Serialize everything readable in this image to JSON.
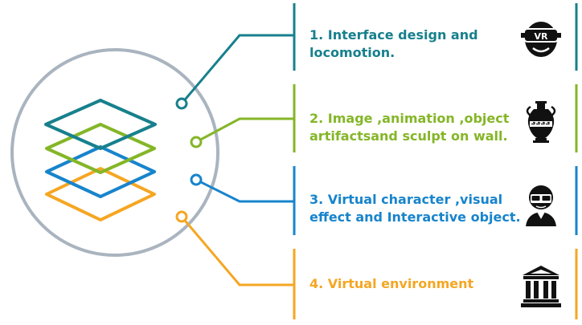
{
  "items": [
    {
      "text_line1": "1. Interface design and",
      "text_line2": "locomotion.",
      "color": "#17808c",
      "icon": "vr-headset-icon",
      "icon_label": "VR"
    },
    {
      "text_line1": "2. Image ,animation ,object",
      "text_line2": "artifactsand sculpt on wall.",
      "color": "#84b627",
      "icon": "greek-vase-icon"
    },
    {
      "text_line1": "3. Virtual character ,visual",
      "text_line2": "effect and Interactive object.",
      "color": "#1784cc",
      "icon": "masked-character-icon"
    },
    {
      "text_line1": "4. Virtual environment",
      "text_line2": "",
      "color": "#f5a623",
      "icon": "museum-building-icon"
    }
  ],
  "colors": {
    "circle": "#a9b4bf",
    "icon": "#111111"
  }
}
